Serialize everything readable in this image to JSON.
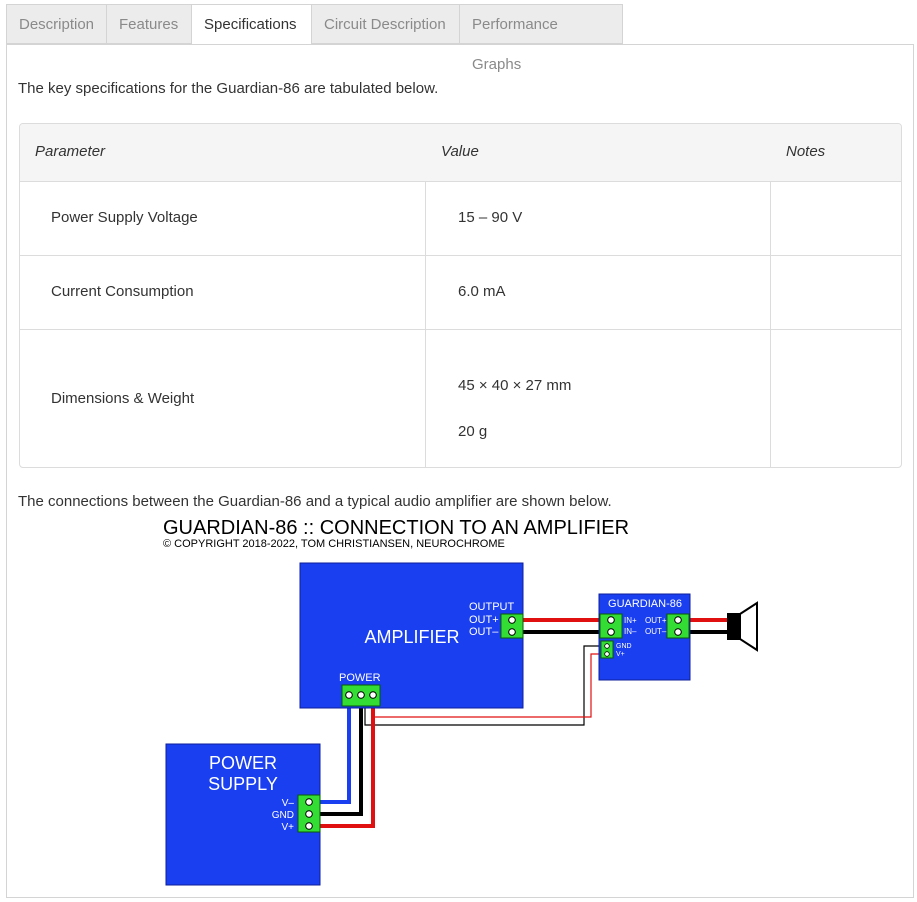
{
  "tabs": [
    {
      "label": "Description"
    },
    {
      "label": "Features"
    },
    {
      "label": "Specifications"
    },
    {
      "label": "Circuit Description"
    },
    {
      "label": "Performance Graphs"
    }
  ],
  "intro_text": "The key specifications for the Guardian-86 are tabulated below.",
  "spec_table": {
    "headers": {
      "parameter": "Parameter",
      "value": "Value",
      "notes": "Notes"
    },
    "rows": [
      {
        "parameter": "Power Supply Voltage",
        "value": "15 – 90 V"
      },
      {
        "parameter": "Current Consumption",
        "value": "6.0 mA"
      },
      {
        "parameter": "Dimensions & Weight",
        "value": "45 × 40 × 27 mm",
        "value2": "20 g"
      }
    ]
  },
  "connection_text": "The connections between the Guardian-86 and a typical audio amplifier are shown below.",
  "diagram": {
    "title": "GUARDIAN-86 :: CONNECTION TO AN AMPLIFIER",
    "copyright": "© COPYRIGHT 2018-2022, TOM CHRISTIANSEN, NEUROCHROME",
    "amplifier": {
      "label": "AMPLIFIER",
      "output_label": "OUTPUT",
      "out_plus": "OUT+",
      "out_minus": "OUT–",
      "power_label": "POWER"
    },
    "guardian": {
      "label": "GUARDIAN-86",
      "in_plus": "IN+",
      "in_minus": "IN–",
      "gnd": "GND",
      "vplus": "V+",
      "out_plus": "OUT+",
      "out_minus": "OUT–"
    },
    "power_supply": {
      "label_line1": "POWER",
      "label_line2": "SUPPLY",
      "vminus": "V–",
      "gnd": "GND",
      "vplus": "V+"
    },
    "colors": {
      "module_blue": "#1a3ff0",
      "terminal_green": "#33dd33",
      "wire_red": "#e01010",
      "wire_black": "#000000",
      "wire_blue": "#1a3ff0"
    }
  }
}
